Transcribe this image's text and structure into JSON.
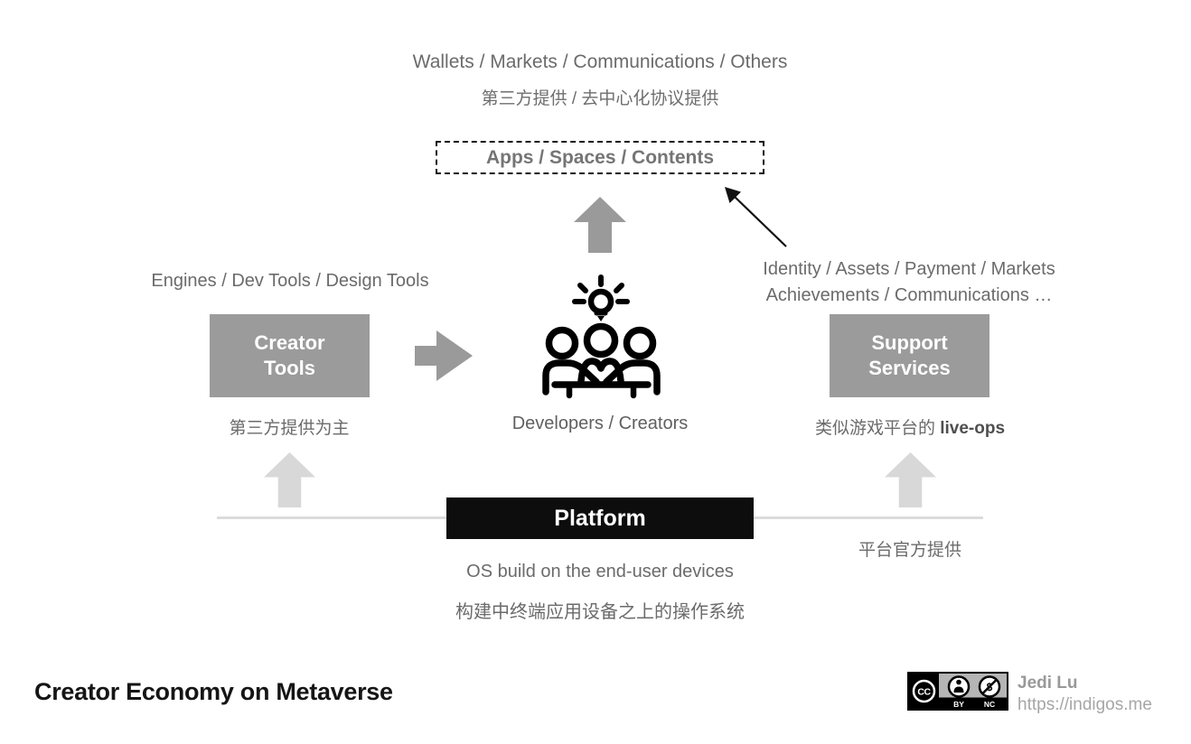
{
  "colors": {
    "background": "#ffffff",
    "heading_text": "#6b6b6b",
    "box_fill": "#9b9b9b",
    "box_text": "#ffffff",
    "dark_arrow": "#9a9a9a",
    "light_arrow": "#d8d8d8",
    "platform_fill": "#0d0d0d",
    "baseline_line": "#dcdcdc",
    "title_text": "#151515",
    "credit_text": "#999999"
  },
  "top": {
    "providers_line": "Wallets / Markets / Communications / Others",
    "providers_line_zh": "第三方提供 / 去中心化协议提供",
    "apps_box_label": "Apps / Spaces / Contents"
  },
  "creator_tools": {
    "heading": "Engines / Dev Tools / Design Tools",
    "box_line1": "Creator",
    "box_line2": "Tools",
    "caption_zh": "第三方提供为主"
  },
  "developers": {
    "caption": "Developers / Creators"
  },
  "support_services": {
    "heading_line1": "Identity / Assets / Payment / Markets",
    "heading_line2": "Achievements / Communications …",
    "box_line1": "Support",
    "box_line2": "Services",
    "caption_zh_prefix": "类似游戏平台的 ",
    "caption_bold": "live-ops"
  },
  "platform": {
    "label": "Platform",
    "caption_en": "OS build on the end-user devices",
    "caption_zh": "构建中终端应用设备之上的操作系统",
    "official_caption_zh": "平台官方提供"
  },
  "footer": {
    "title": "Creator Economy on Metaverse",
    "license": {
      "cc": "CC",
      "by": "BY",
      "nc": "NC"
    },
    "author": "Jedi Lu",
    "website": "https://indigos.me"
  }
}
